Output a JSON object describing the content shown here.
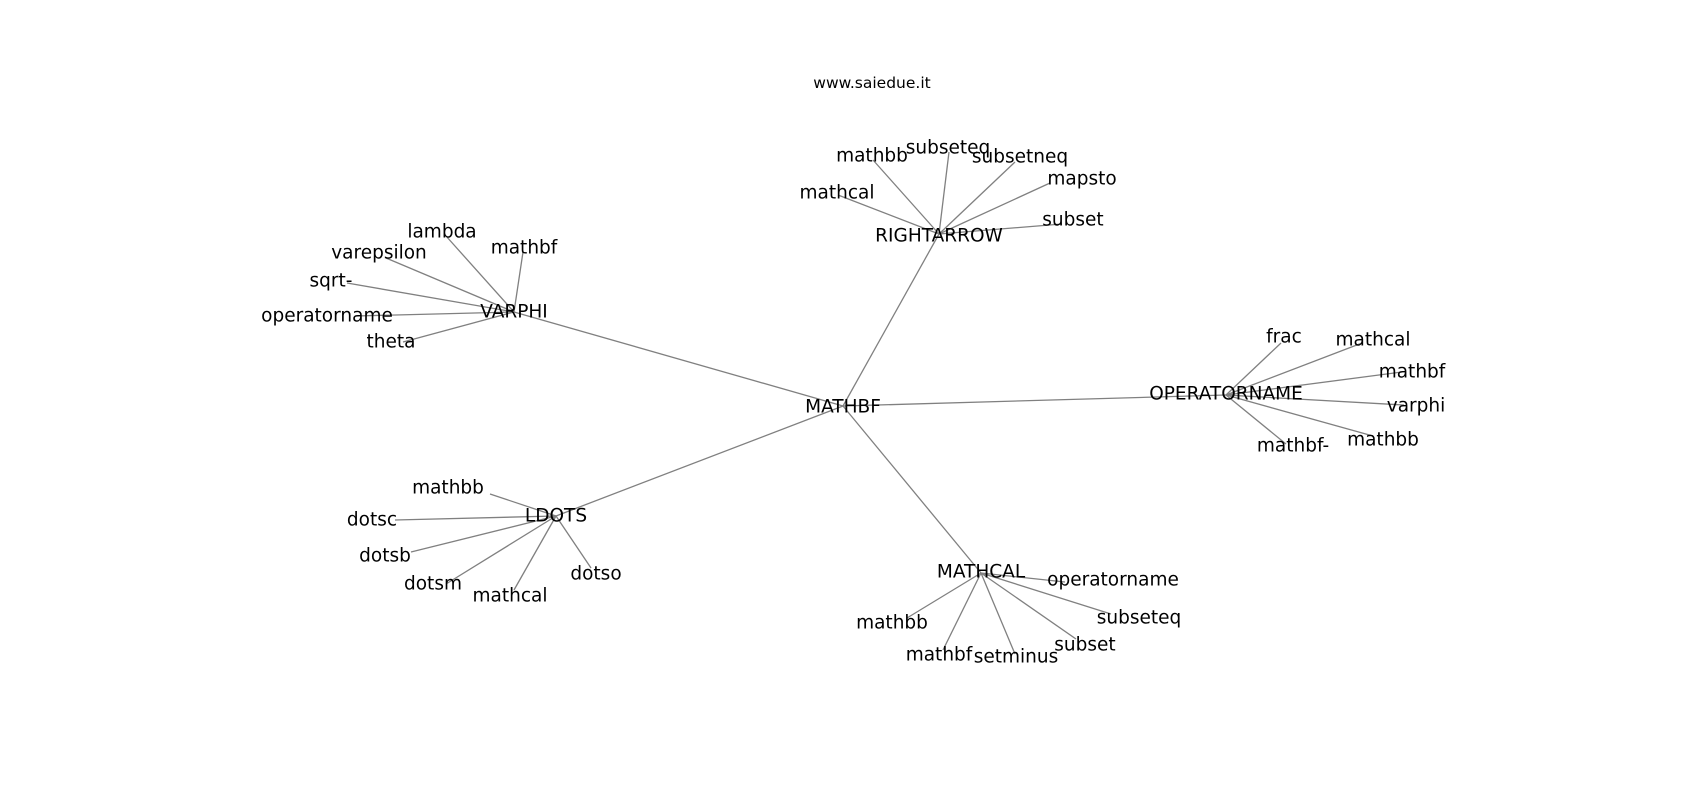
{
  "watermark": "www.saiedue.it",
  "edge_color": "#808080",
  "text_color": "#000000",
  "background": "#ffffff",
  "graph": {
    "root": "MATHBF",
    "hubs": [
      {
        "id": "varphi",
        "label": "VARPHI",
        "children": [
          "lambda",
          "mathbf",
          "varepsilon",
          "sqrt-",
          "operatorname",
          "theta"
        ]
      },
      {
        "id": "rightarrow",
        "label": "RIGHTARROW",
        "children": [
          "mathbb",
          "subseteq",
          "subsetneq",
          "mapsto",
          "mathcal",
          "subset"
        ]
      },
      {
        "id": "operatorname",
        "label": "OPERATORNAME",
        "children": [
          "frac",
          "mathcal",
          "mathbf",
          "varphi",
          "mathbb",
          "mathbf-"
        ]
      },
      {
        "id": "ldots",
        "label": "LDOTS",
        "children": [
          "mathbb",
          "dotsc",
          "dotsb",
          "dotsm",
          "mathcal",
          "dotso"
        ]
      },
      {
        "id": "mathcal",
        "label": "MATHCAL",
        "children": [
          "operatorname",
          "subseteq",
          "subset",
          "setminus",
          "mathbf",
          "mathbb"
        ]
      }
    ]
  }
}
